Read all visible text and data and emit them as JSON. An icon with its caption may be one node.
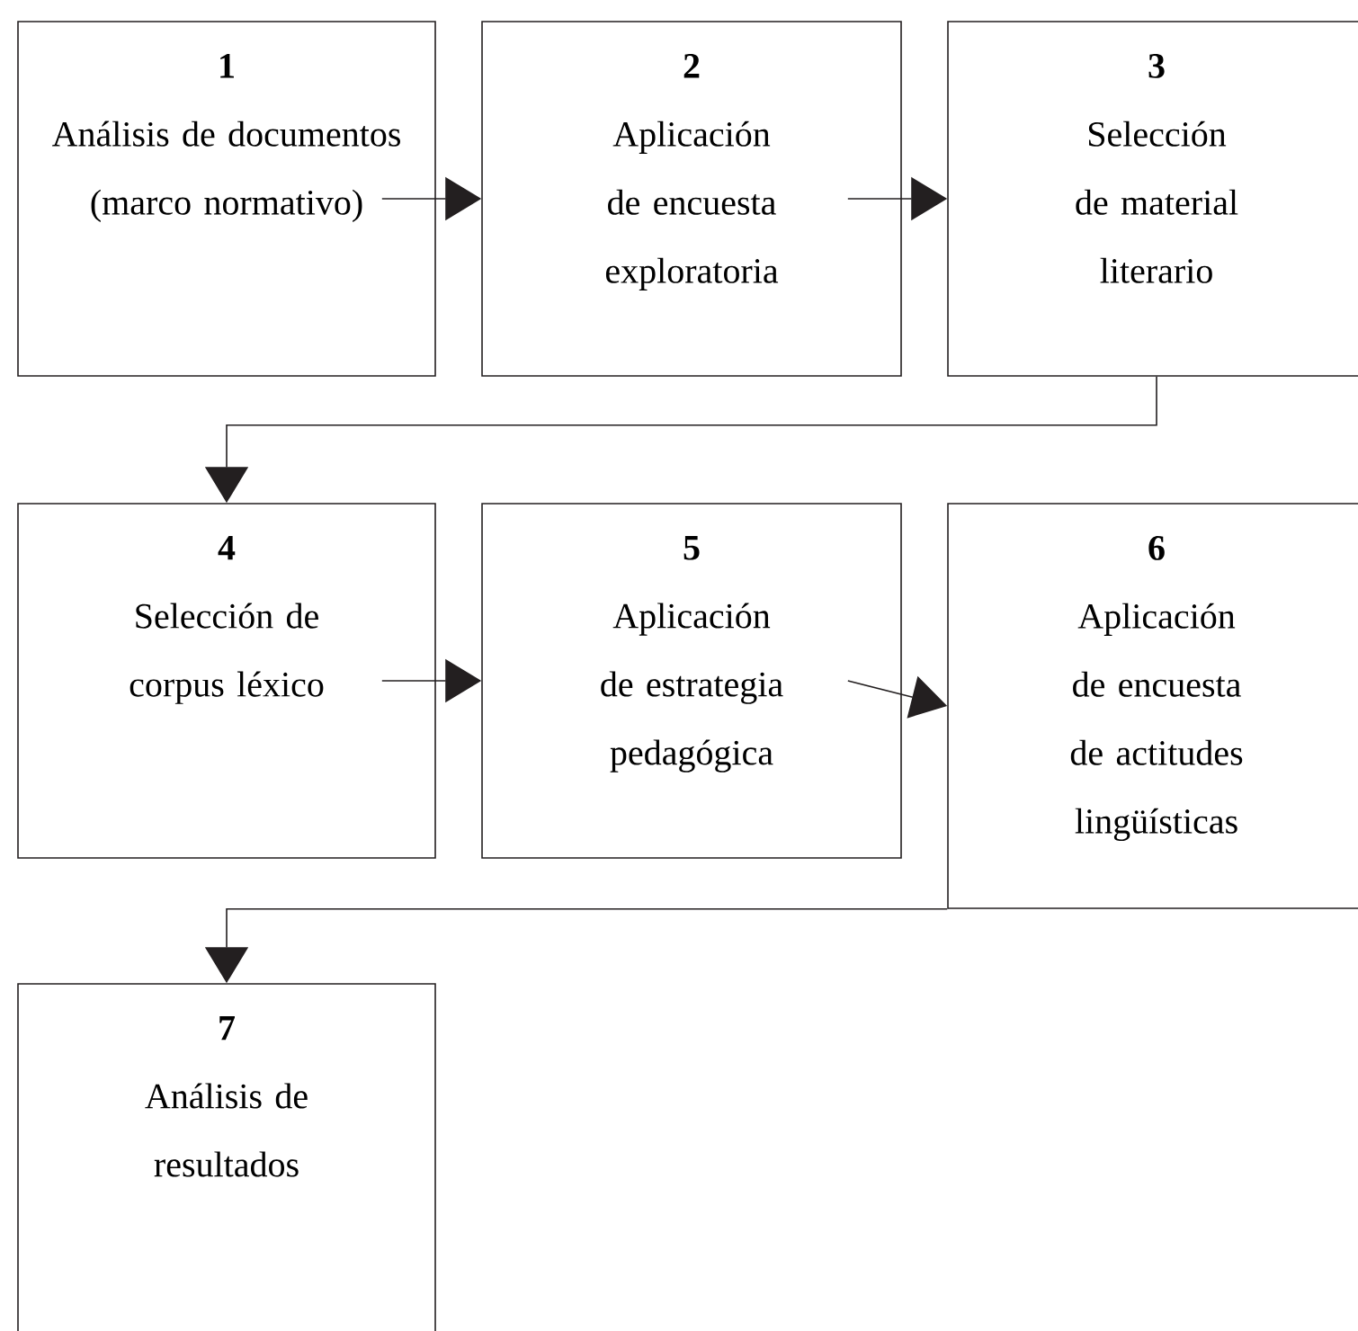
{
  "diagram": {
    "nodes": [
      {
        "text": [
          "1",
          "Análisis de documentos (marco normativo)"
        ]
      },
      {
        "text": [
          "2",
          "Aplicación de encuesta exploratoria"
        ]
      },
      {
        "text": [
          "3",
          "Selección de material literario"
        ]
      },
      {
        "text": [
          "4",
          "Selección de corpus léxico"
        ]
      },
      {
        "text": [
          "5",
          "Aplicación de estrategia pedagógica"
        ]
      },
      {
        "text": [
          "6",
          "Aplicación de encuesta de actitudes lingüísticas"
        ]
      },
      {
        "text": [
          "7",
          "Análisis de resultados"
        ]
      }
    ],
    "edges": [
      {
        "from": 0,
        "to": 1,
        "arrow": "to"
      },
      {
        "from": 1,
        "to": 2,
        "arrow": "to"
      },
      {
        "from": 2,
        "to": 3,
        "arrow": "to"
      },
      {
        "from": 3,
        "to": 4,
        "arrow": "to"
      },
      {
        "from": 4,
        "to": 5,
        "arrow": "to"
      },
      {
        "from": 5,
        "to": 6,
        "arrow": "to"
      }
    ]
  }
}
